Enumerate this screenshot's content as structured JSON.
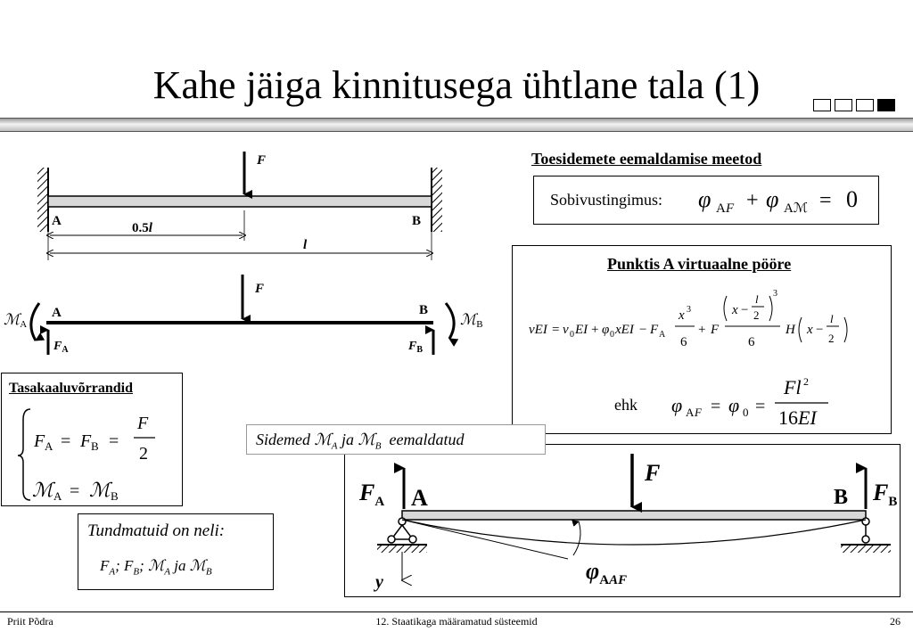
{
  "slide": {
    "title": "Kahe jäiga kinnitusega ühtlane tala (1)",
    "footer_author": "Priit Põdra",
    "footer_course": "12. Staatikaga määramatud süsteemid",
    "footer_page": "26"
  },
  "diagram1": {
    "force": "F",
    "left_label": "A",
    "right_label": "B",
    "dim_half": "0.5",
    "dim_var": "l",
    "dim_full": "l"
  },
  "diagram2": {
    "force": "F",
    "left_label": "A",
    "right_label": "B",
    "moment_left": "ℳ",
    "moment_left_sub": "A",
    "moment_right": "ℳ",
    "moment_right_sub": "B",
    "reaction_left": "F",
    "reaction_left_sub": "A",
    "reaction_right": "F",
    "reaction_right_sub": "B"
  },
  "equilibrium": {
    "heading": "Tasakaaluvõrrandid"
  },
  "unknowns": {
    "line1": "Tundmatuid on neli:"
  },
  "method": {
    "heading": "Toesidemete eemaldamise meetod",
    "compat_label": "Sobivustingimus:"
  },
  "virtual": {
    "heading": "Punktis A virtuaalne pööre",
    "ehk": "ehk"
  },
  "removed": {
    "text1": "Sidemed",
    "text2": "ja",
    "text3": "eemaldatud"
  },
  "diagram3": {
    "force": "F",
    "left_force": "F",
    "left_force_sub": "A",
    "left_label": "A",
    "right_label": "B",
    "right_force": "F",
    "right_force_sub": "B",
    "y_axis": "y",
    "angle": "φ",
    "angle_sub": "AF"
  }
}
